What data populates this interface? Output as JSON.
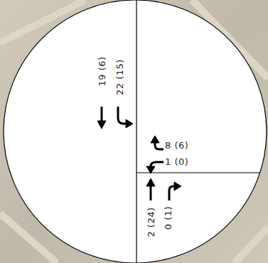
{
  "diagram": {
    "labels": [
      "19 (6)",
      "22 (15)",
      "8 (6)",
      "1 (0)",
      "2 (24)",
      "0 (1)"
    ]
  }
}
